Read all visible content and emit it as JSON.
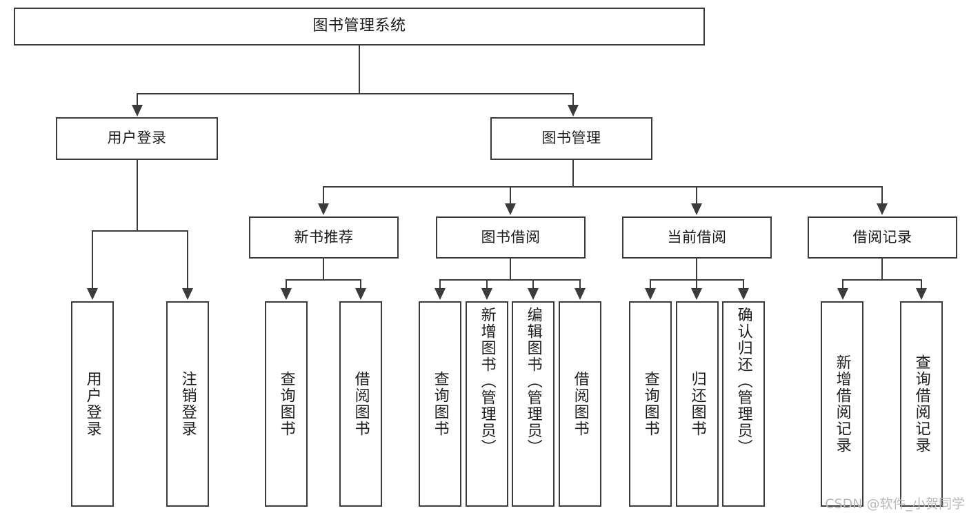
{
  "diagram": {
    "title": "图书管理系统",
    "watermark": "CSDN @软件_小贺同学",
    "colors": {
      "stroke": "#3b3b3b",
      "background": "#ffffff",
      "text": "#1d1d1d",
      "watermark": "#b9b9b9"
    },
    "root": {
      "label": "图书管理系统"
    },
    "branches": [
      {
        "label": "用户登录",
        "children": [
          {
            "label": "用户登录"
          },
          {
            "label": "注销登录"
          }
        ]
      },
      {
        "label": "图书管理",
        "children": [
          {
            "label": "新书推荐",
            "children": [
              {
                "label": "查询图书"
              },
              {
                "label": "借阅图书"
              }
            ]
          },
          {
            "label": "图书借阅",
            "children": [
              {
                "label": "查询图书"
              },
              {
                "label": "新增图书（管理员）"
              },
              {
                "label": "编辑图书（管理员）"
              },
              {
                "label": "借阅图书"
              }
            ]
          },
          {
            "label": "当前借阅",
            "children": [
              {
                "label": "查询图书"
              },
              {
                "label": "归还图书"
              },
              {
                "label": "确认归还（管理员）"
              }
            ]
          },
          {
            "label": "借阅记录",
            "children": [
              {
                "label": "新增借阅记录"
              },
              {
                "label": "查询借阅记录"
              }
            ]
          }
        ]
      }
    ]
  }
}
